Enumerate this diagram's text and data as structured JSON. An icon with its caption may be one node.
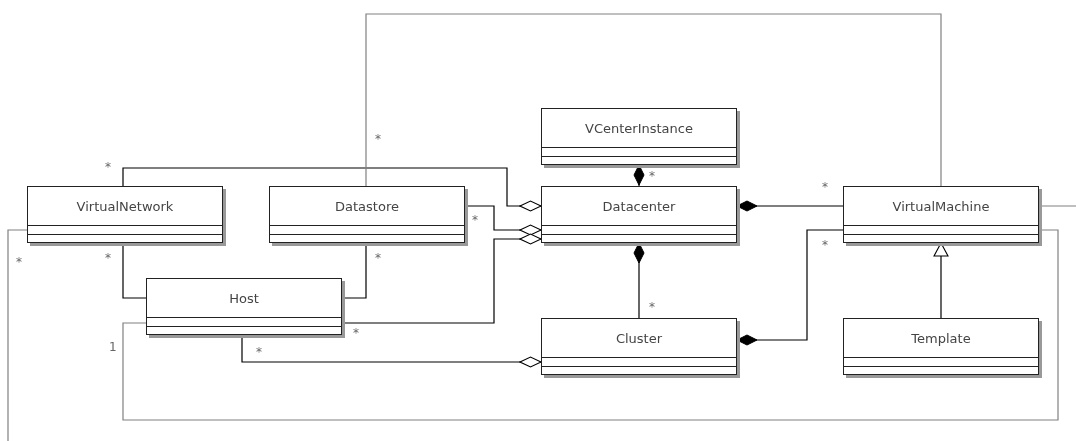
{
  "diagram": {
    "nodes": [
      {
        "text": [
          "VCenterInstance"
        ]
      },
      {
        "text": [
          "VirtualNetwork"
        ]
      },
      {
        "text": [
          "Datastore"
        ]
      },
      {
        "text": [
          "Datacenter"
        ]
      },
      {
        "text": [
          "VirtualMachine"
        ]
      },
      {
        "text": [
          "Host"
        ]
      },
      {
        "text": [
          "Cluster"
        ]
      },
      {
        "text": [
          "Template"
        ]
      }
    ],
    "edges": [
      {
        "from": 0,
        "to": 3,
        "arrow": "other"
      },
      {
        "from": 3,
        "to": 4,
        "arrow": "other"
      },
      {
        "from": 3,
        "to": 6,
        "arrow": "other"
      },
      {
        "from": 6,
        "to": 4,
        "arrow": "other"
      },
      {
        "from": 3,
        "to": 1,
        "arrow": "other"
      },
      {
        "from": 3,
        "to": 2,
        "arrow": "other"
      },
      {
        "from": 3,
        "to": 5,
        "arrow": "other"
      },
      {
        "from": 6,
        "to": 5,
        "arrow": "other"
      },
      {
        "from": 1,
        "to": 5,
        "arrow": "none"
      },
      {
        "from": 2,
        "to": 5,
        "arrow": "none"
      },
      {
        "from": 2,
        "to": 4,
        "arrow": "none",
        "color": "#808080"
      },
      {
        "from": 5,
        "to": 4,
        "arrow": "none",
        "color": "#808080"
      },
      {
        "from": 1,
        "to": null,
        "arrow": "none",
        "color": "#808080"
      },
      {
        "from": 4,
        "to": null,
        "arrow": "none",
        "color": "#808080"
      },
      {
        "from": 7,
        "to": 4,
        "arrow": "to"
      }
    ],
    "labels": [
      "*",
      "*",
      "*",
      "*",
      "*",
      "*",
      "*",
      "*",
      "*",
      "*",
      "*",
      "1",
      "*"
    ]
  }
}
